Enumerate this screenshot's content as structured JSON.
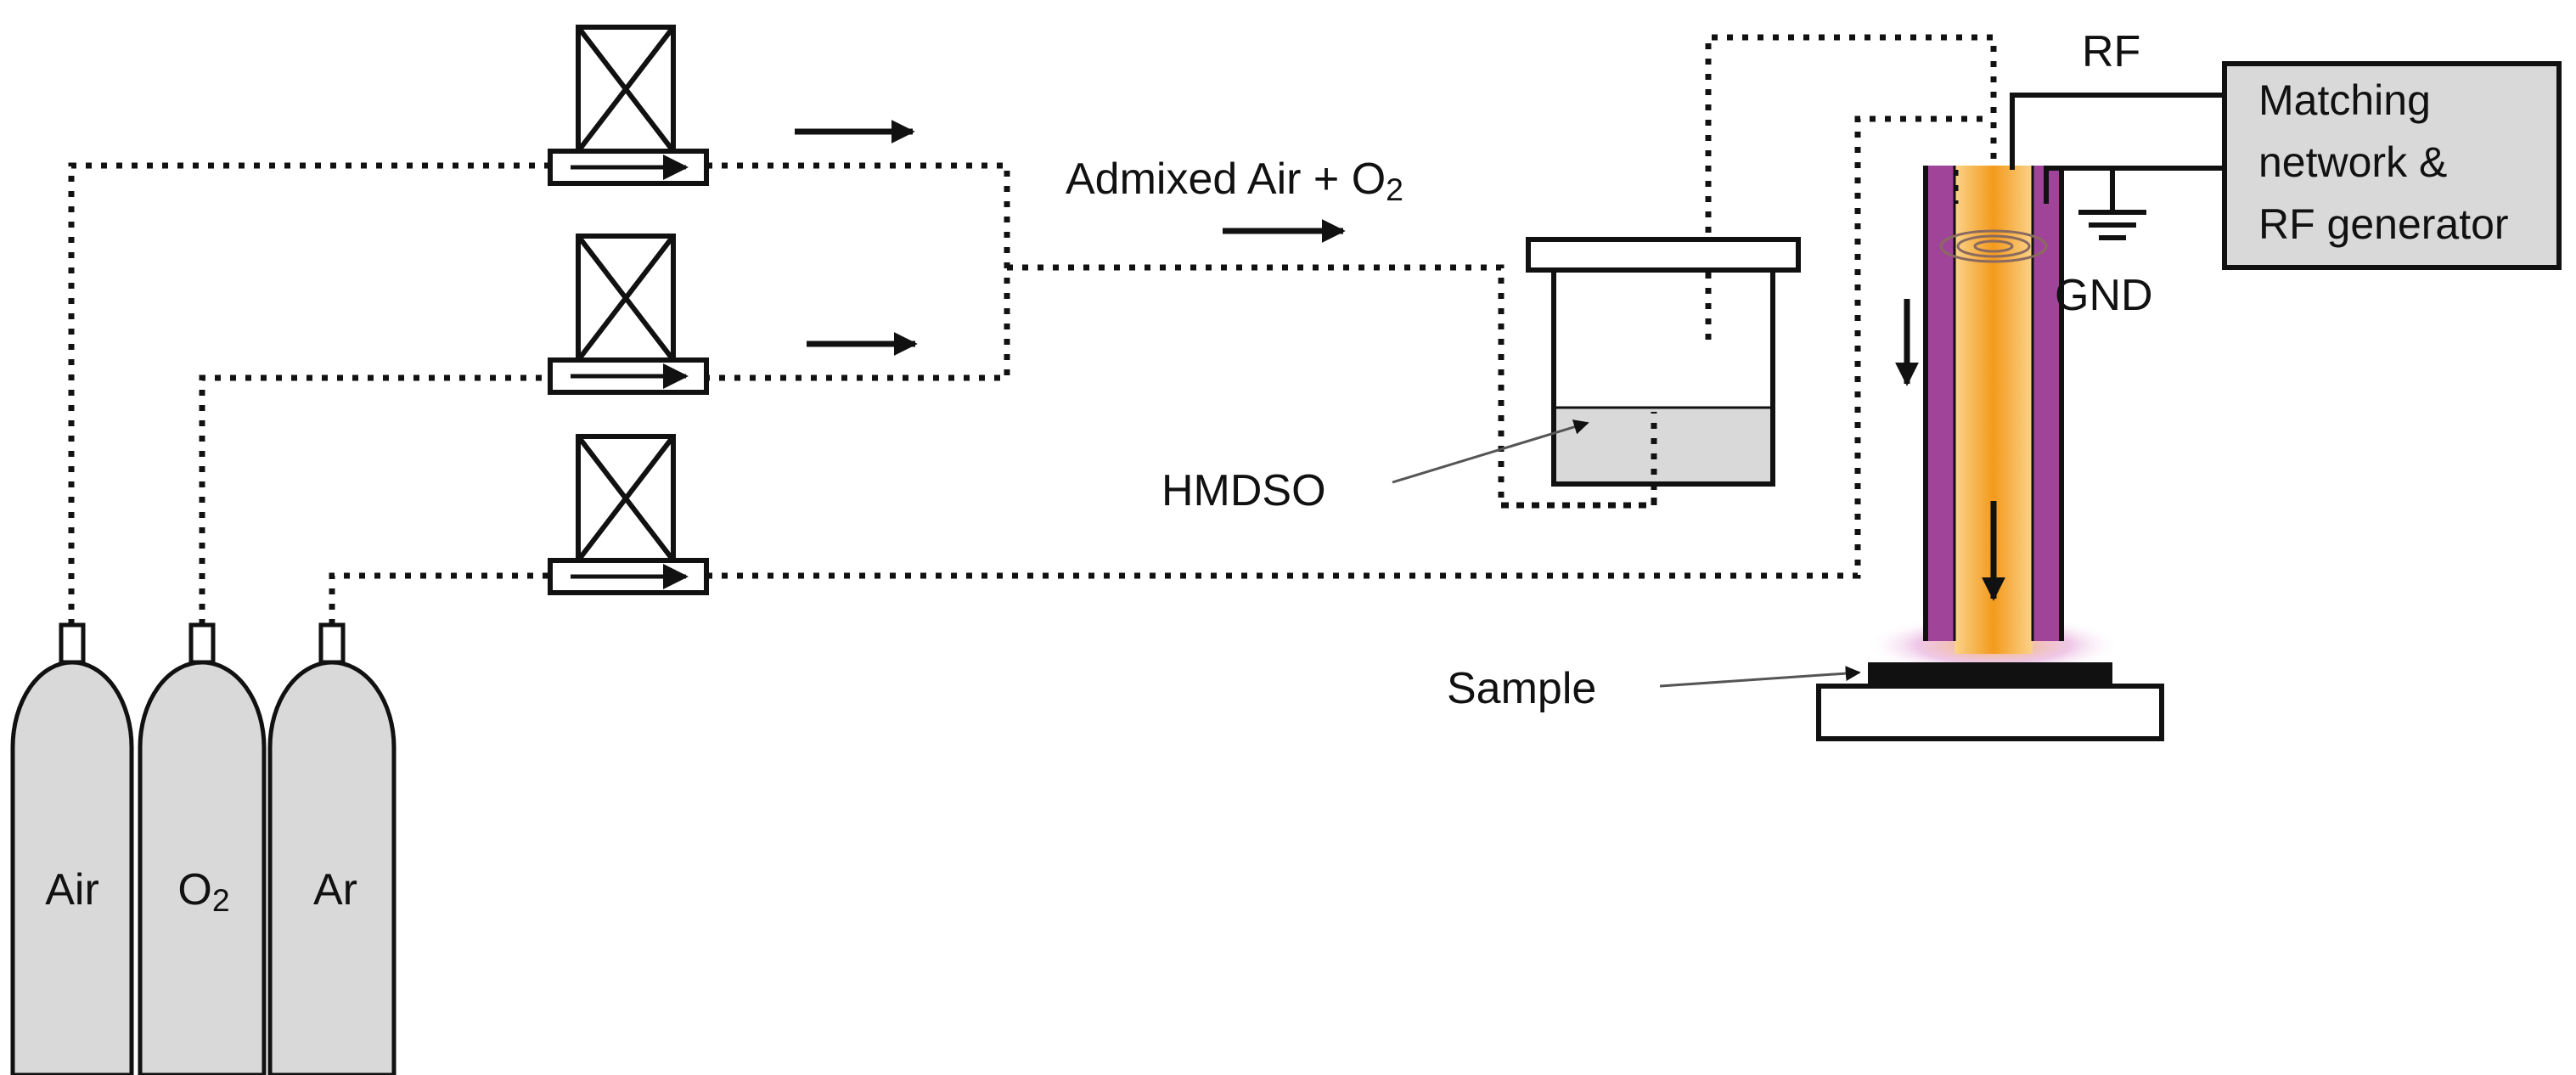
{
  "labels": {
    "admixed_prefix": "Admixed Air + O",
    "admixed_sub": "2",
    "hmdso": "HMDSO",
    "rf": "RF",
    "gnd": "GND",
    "matching_line1": "Matching",
    "matching_line2": "network &",
    "matching_line3": "RF generator",
    "sample": "Sample"
  },
  "cylinders": [
    {
      "label": "Air",
      "sub": ""
    },
    {
      "label": "O",
      "sub": "2"
    },
    {
      "label": "Ar",
      "sub": ""
    }
  ],
  "colors": {
    "cylinder": "#d9d9d9",
    "liquid": "#d9d9d9",
    "box": "#d9d9d9",
    "plasma_core": "#f5a623",
    "plasma_sheath": "#a0449a",
    "ink": "#111111"
  }
}
